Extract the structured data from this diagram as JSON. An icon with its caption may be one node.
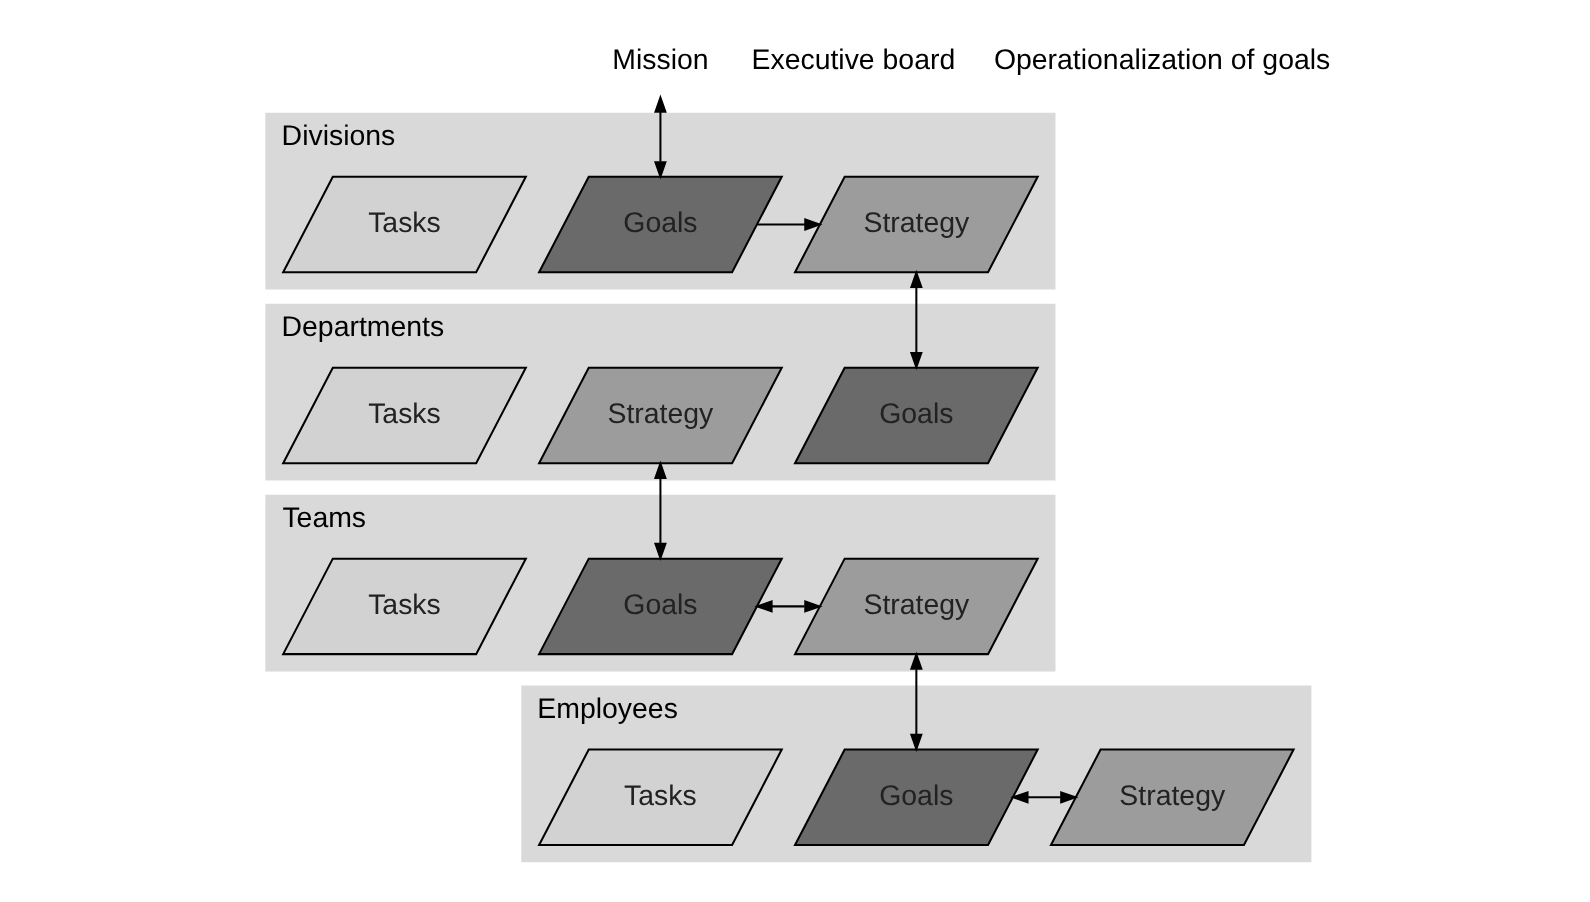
{
  "diagram": {
    "nodes": [
      {
        "text": [
          "Mission"
        ]
      },
      {
        "text": [
          "Divisions"
        ]
      },
      {
        "text": [
          "Goals"
        ],
        "in": 1
      },
      {
        "text": [
          "Strategy"
        ],
        "in": 1
      },
      {
        "text": [
          "Tasks"
        ],
        "in": 1
      },
      {
        "text": [
          "Departments"
        ]
      },
      {
        "text": [
          "Goals"
        ],
        "in": 5
      },
      {
        "text": [
          "Strategy"
        ],
        "in": 5
      },
      {
        "text": [
          "Tasks"
        ],
        "in": 5
      },
      {
        "text": [
          "Teams"
        ]
      },
      {
        "text": [
          "Goals"
        ],
        "in": 9
      },
      {
        "text": [
          "Strategy"
        ],
        "in": 9
      },
      {
        "text": [
          "Tasks"
        ],
        "in": 9
      },
      {
        "text": [
          "Employees"
        ]
      },
      {
        "text": [
          "Goals"
        ],
        "in": 13
      },
      {
        "text": [
          "Strategy"
        ],
        "in": 13
      },
      {
        "text": [
          "Tasks"
        ],
        "in": 13
      }
    ],
    "edges": [
      {
        "from": 0,
        "to": 2,
        "arrow": "both"
      },
      {
        "from": 2,
        "to": 3,
        "arrow": "to"
      },
      {
        "from": 3,
        "to": 6,
        "arrow": "both"
      },
      {
        "from": 7,
        "to": 10,
        "arrow": "both"
      },
      {
        "from": 10,
        "to": 11,
        "arrow": "both"
      },
      {
        "from": 11,
        "to": 14,
        "arrow": "both"
      },
      {
        "from": 14,
        "to": 15,
        "arrow": "both"
      }
    ],
    "labels": [
      "Executive board",
      "Operationalization of goals"
    ]
  }
}
